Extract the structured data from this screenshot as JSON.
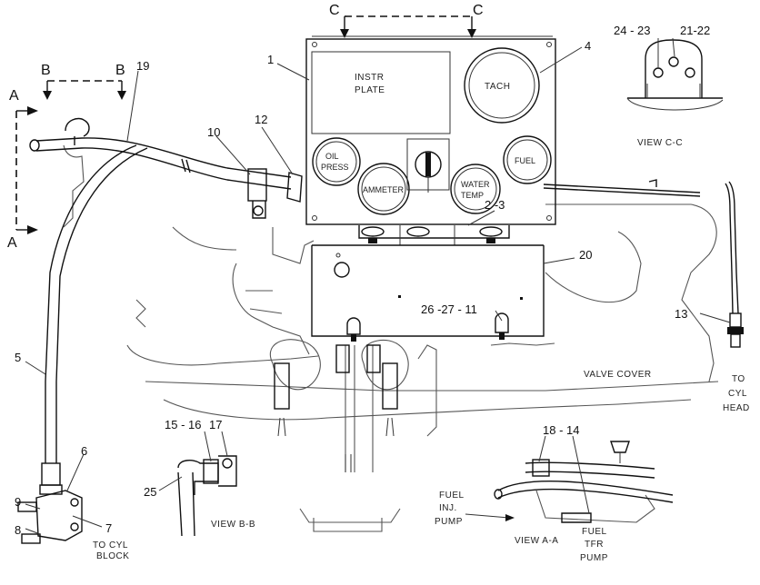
{
  "section_markers": {
    "a": "A",
    "b": "B",
    "c": "C"
  },
  "part_labels": {
    "p1": "1",
    "p4": "4",
    "p5": "5",
    "p6": "6",
    "p7": "7",
    "p8": "8",
    "p9": "9",
    "p10": "10",
    "p12": "12",
    "p13": "13",
    "p17": "17",
    "p19": "19",
    "p20": "20",
    "p25": "25",
    "p15_16": "15 - 16",
    "p18_14": "18 - 14",
    "p2_3": "2 -3",
    "p24_23": "24 - 23",
    "p21_22": "21-22",
    "p26_27_11": "26 -27 - 11"
  },
  "gauges": {
    "tach": "TACH",
    "oil": [
      "OIL",
      "PRESS"
    ],
    "ammeter": "AMMETER",
    "water": [
      "WATER",
      "TEMP"
    ],
    "fuel": "FUEL"
  },
  "instr_plate": [
    "INSTR",
    "PLATE"
  ],
  "views": {
    "c_c": "VIEW C-C",
    "b_b": "VIEW B-B",
    "a_a": "VIEW A-A"
  },
  "callouts": {
    "to_cyl_block": [
      "TO CYL",
      "BLOCK"
    ],
    "to_cyl_head": [
      "TO",
      "CYL",
      "HEAD"
    ],
    "valve_cover": "VALVE COVER",
    "fuel_inj_pump": [
      "FUEL",
      "INJ.",
      "PUMP"
    ],
    "fuel_tfr_pump": [
      "FUEL",
      "TFR",
      "PUMP"
    ]
  }
}
